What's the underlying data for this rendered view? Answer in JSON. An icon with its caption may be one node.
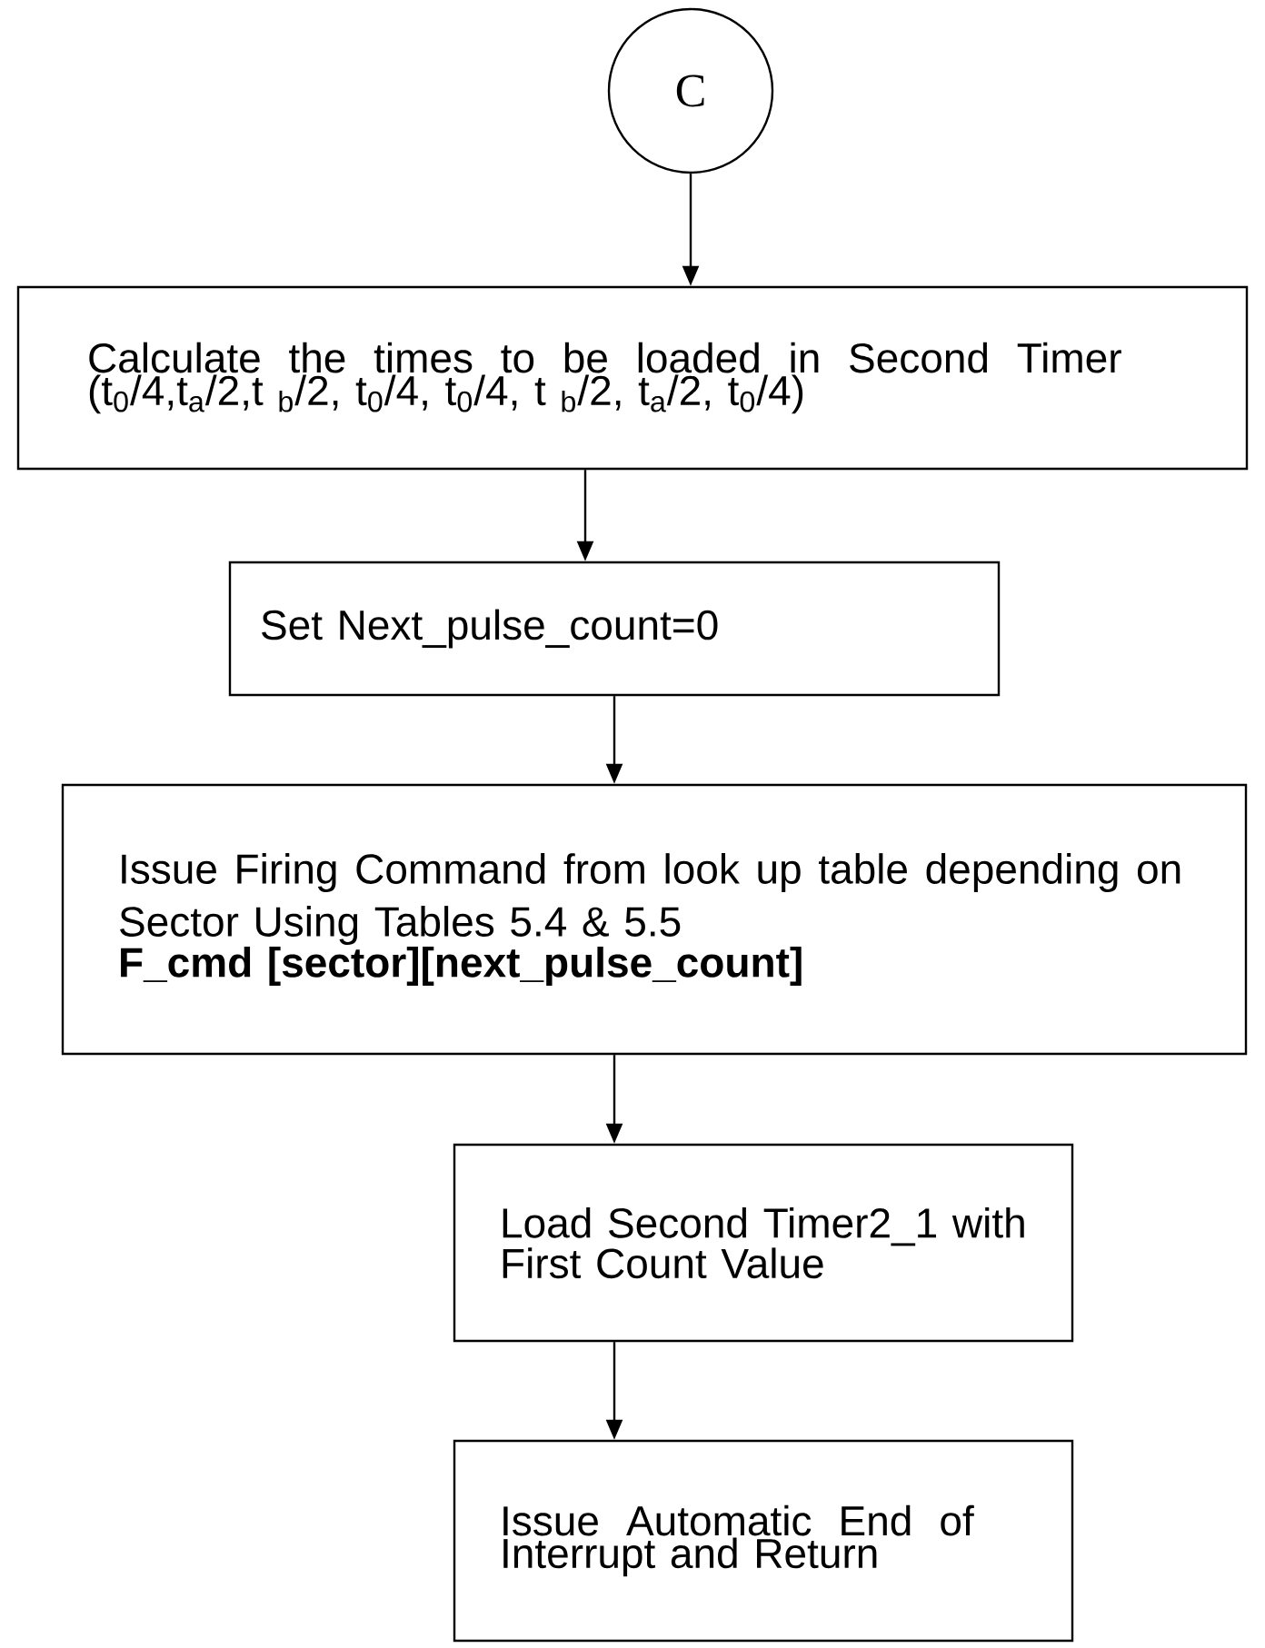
{
  "diagram": {
    "nodes": [
      {
        "text": [
          "C"
        ]
      },
      {
        "text": [
          "Calculate the times to be loaded in Second Timer (t$_{0}$/4,t$_{a}$/2,t $_{b}$/2, t$_{0}$/4, t$_{0}$/4, t $_{b}$/2, t$_{a}$/2, t$_{0}$/4)"
        ]
      },
      {
        "text": [
          "Set Next_pulse_count=0"
        ]
      },
      {
        "text": [
          "Issue Firing Command from look up table depending on Sector Using Tables 5.4 & 5.5",
          "F_cmd [sector][next_pulse_count]"
        ]
      },
      {
        "text": [
          "Load Second Timer2_1 with First Count Value"
        ]
      },
      {
        "text": [
          "Issue Automatic End of Interrupt and Return"
        ]
      }
    ],
    "edges": [
      {
        "from": 0,
        "to": 1,
        "arrow": "to"
      },
      {
        "from": 1,
        "to": 2,
        "arrow": "to"
      },
      {
        "from": 2,
        "to": 3,
        "arrow": "to"
      },
      {
        "from": 3,
        "to": 4,
        "arrow": "to"
      },
      {
        "from": 4,
        "to": 5,
        "arrow": "to"
      }
    ]
  }
}
